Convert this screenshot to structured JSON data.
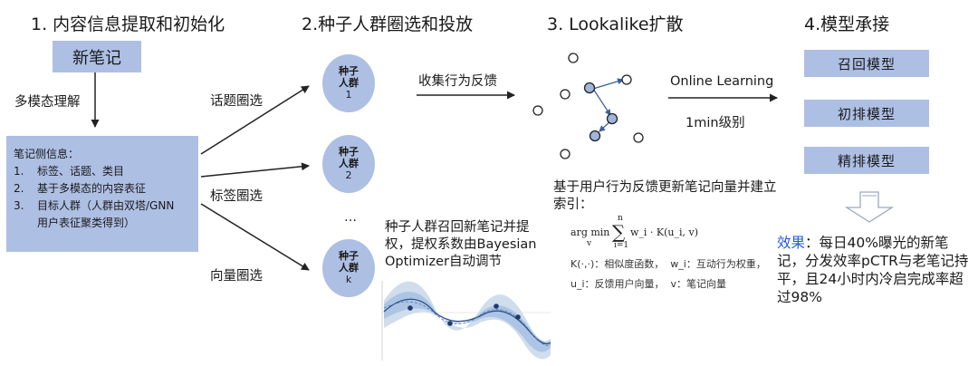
{
  "headers": {
    "step1": "1. 内容信息提取和初始化",
    "step2": "2.种子人群圈选和投放",
    "step3": "3. Lookalike扩散",
    "step4": "4.模型承接"
  },
  "step1": {
    "new_note": "新笔记",
    "understand": "多模态理解",
    "info_title": "笔记侧信息：",
    "items": [
      {
        "num": "1.",
        "text": "标签、话题、类目"
      },
      {
        "num": "2.",
        "text": "基于多模态的内容表征"
      },
      {
        "num": "3.",
        "text": "目标人群（人群由双塔/GNN"
      }
    ],
    "item3_cont": "用户表征聚类得到）"
  },
  "step2": {
    "select_topic": "话题圈选",
    "select_tag": "标签圈选",
    "select_vector": "向量圈选",
    "seeds": [
      {
        "line1": "种子",
        "line2": "人群",
        "line3": "1"
      },
      {
        "line1": "种子",
        "line2": "人群",
        "line3": "2"
      },
      {
        "line1": "种子",
        "line2": "人群",
        "line3": "k"
      }
    ],
    "ellipsis": "…",
    "feedback": "收集行为反馈",
    "recall_desc": "种子人群召回新笔记并提权，提权系数由Bayesian Optimizer自动调节"
  },
  "step3": {
    "online": "Online Learning",
    "level": "1min级别",
    "update_desc": "基于用户行为反馈更新笔记向量并建立索引：",
    "formula": {
      "argmin": "arg min",
      "argmin_sub": "v",
      "sum_top": "n",
      "sum_bottom": "i=1",
      "body": "w_i · K(u_i, v)"
    },
    "legend1a": "K(·,·)：相似度函数，",
    "legend1b": "w_i：互动行为权重，",
    "legend2a": "u_i：反馈用户向量，",
    "legend2b": "v：笔记向量"
  },
  "step4": {
    "models": [
      "召回模型",
      "初排模型",
      "精排模型"
    ],
    "effect_label": "效果",
    "effect_text": "：每日40%曝光的新笔记，分发效率pCTR与老笔记持平，且24小时内冷启完成率超过98%"
  }
}
